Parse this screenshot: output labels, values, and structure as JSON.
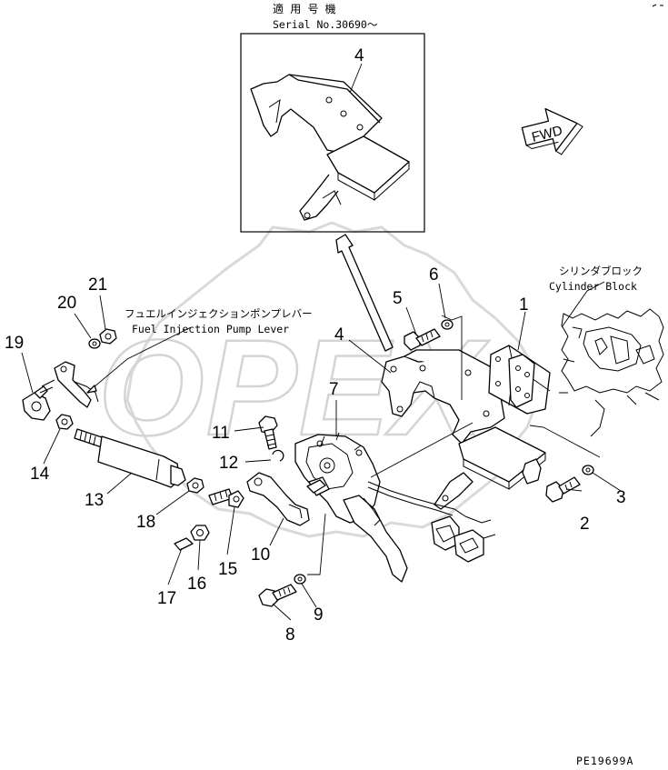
{
  "header": {
    "applicability_label": "適 用 号 機",
    "serial_label": "Serial No.30690～"
  },
  "watermark": {
    "text": "OPEX"
  },
  "fwd_marker": {
    "text": "FWD"
  },
  "labels": {
    "fuel_pump_lever_jp": "フュエルインジェクションポンプレバー",
    "fuel_pump_lever_en": "Fuel Injection Pump Lever",
    "cylinder_block_jp": "シリンダブロック",
    "cylinder_block_en": "Cylinder Block"
  },
  "callouts": {
    "inset_4": "4",
    "c1": "1",
    "c2": "2",
    "c3": "3",
    "c4": "4",
    "c5": "5",
    "c6": "6",
    "c7": "7",
    "c8": "8",
    "c9": "9",
    "c10": "10",
    "c11": "11",
    "c12": "12",
    "c13": "13",
    "c14": "14",
    "c15": "15",
    "c16": "16",
    "c17": "17",
    "c18": "18",
    "c19": "19",
    "c20": "20",
    "c21": "21"
  },
  "drawing_code": "PE19699A"
}
